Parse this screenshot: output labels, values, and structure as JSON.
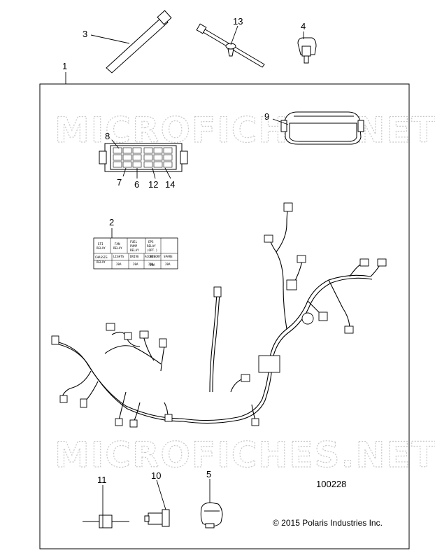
{
  "callouts": {
    "c1": "1",
    "c2": "2",
    "c3": "3",
    "c4": "4",
    "c5": "5",
    "c6": "6",
    "c7": "7",
    "c8": "8",
    "c9": "9",
    "c10": "10",
    "c11": "11",
    "c12": "12",
    "c13": "13",
    "c14": "14"
  },
  "watermark": "MICROFICHES.NET",
  "diagram_code": "100228",
  "copyright": "© 2015 Polaris Industries Inc.",
  "relay_label": {
    "r1c1": "EFI",
    "r1c1b": "RELAY",
    "r1c2": "FAN",
    "r1c2b": "RELAY",
    "r1c3": "FUEL",
    "r1c3b": "PUMP",
    "r1c3c": "RELAY",
    "r1c5": "EPS",
    "r1c5b": "RELAY",
    "r1c5c": "(OPT.)",
    "r2c1": "CHASSIS",
    "r2c1b": "RELAY",
    "f1": "LIGHTS",
    "f1b": "20A",
    "f2": "DRIVE",
    "f2b": "20A",
    "f3": "ACCESSORY",
    "f3b": "20A",
    "f4": "HOT",
    "f4b": "20A",
    "f5": "SPARE",
    "f5b": "20A"
  }
}
